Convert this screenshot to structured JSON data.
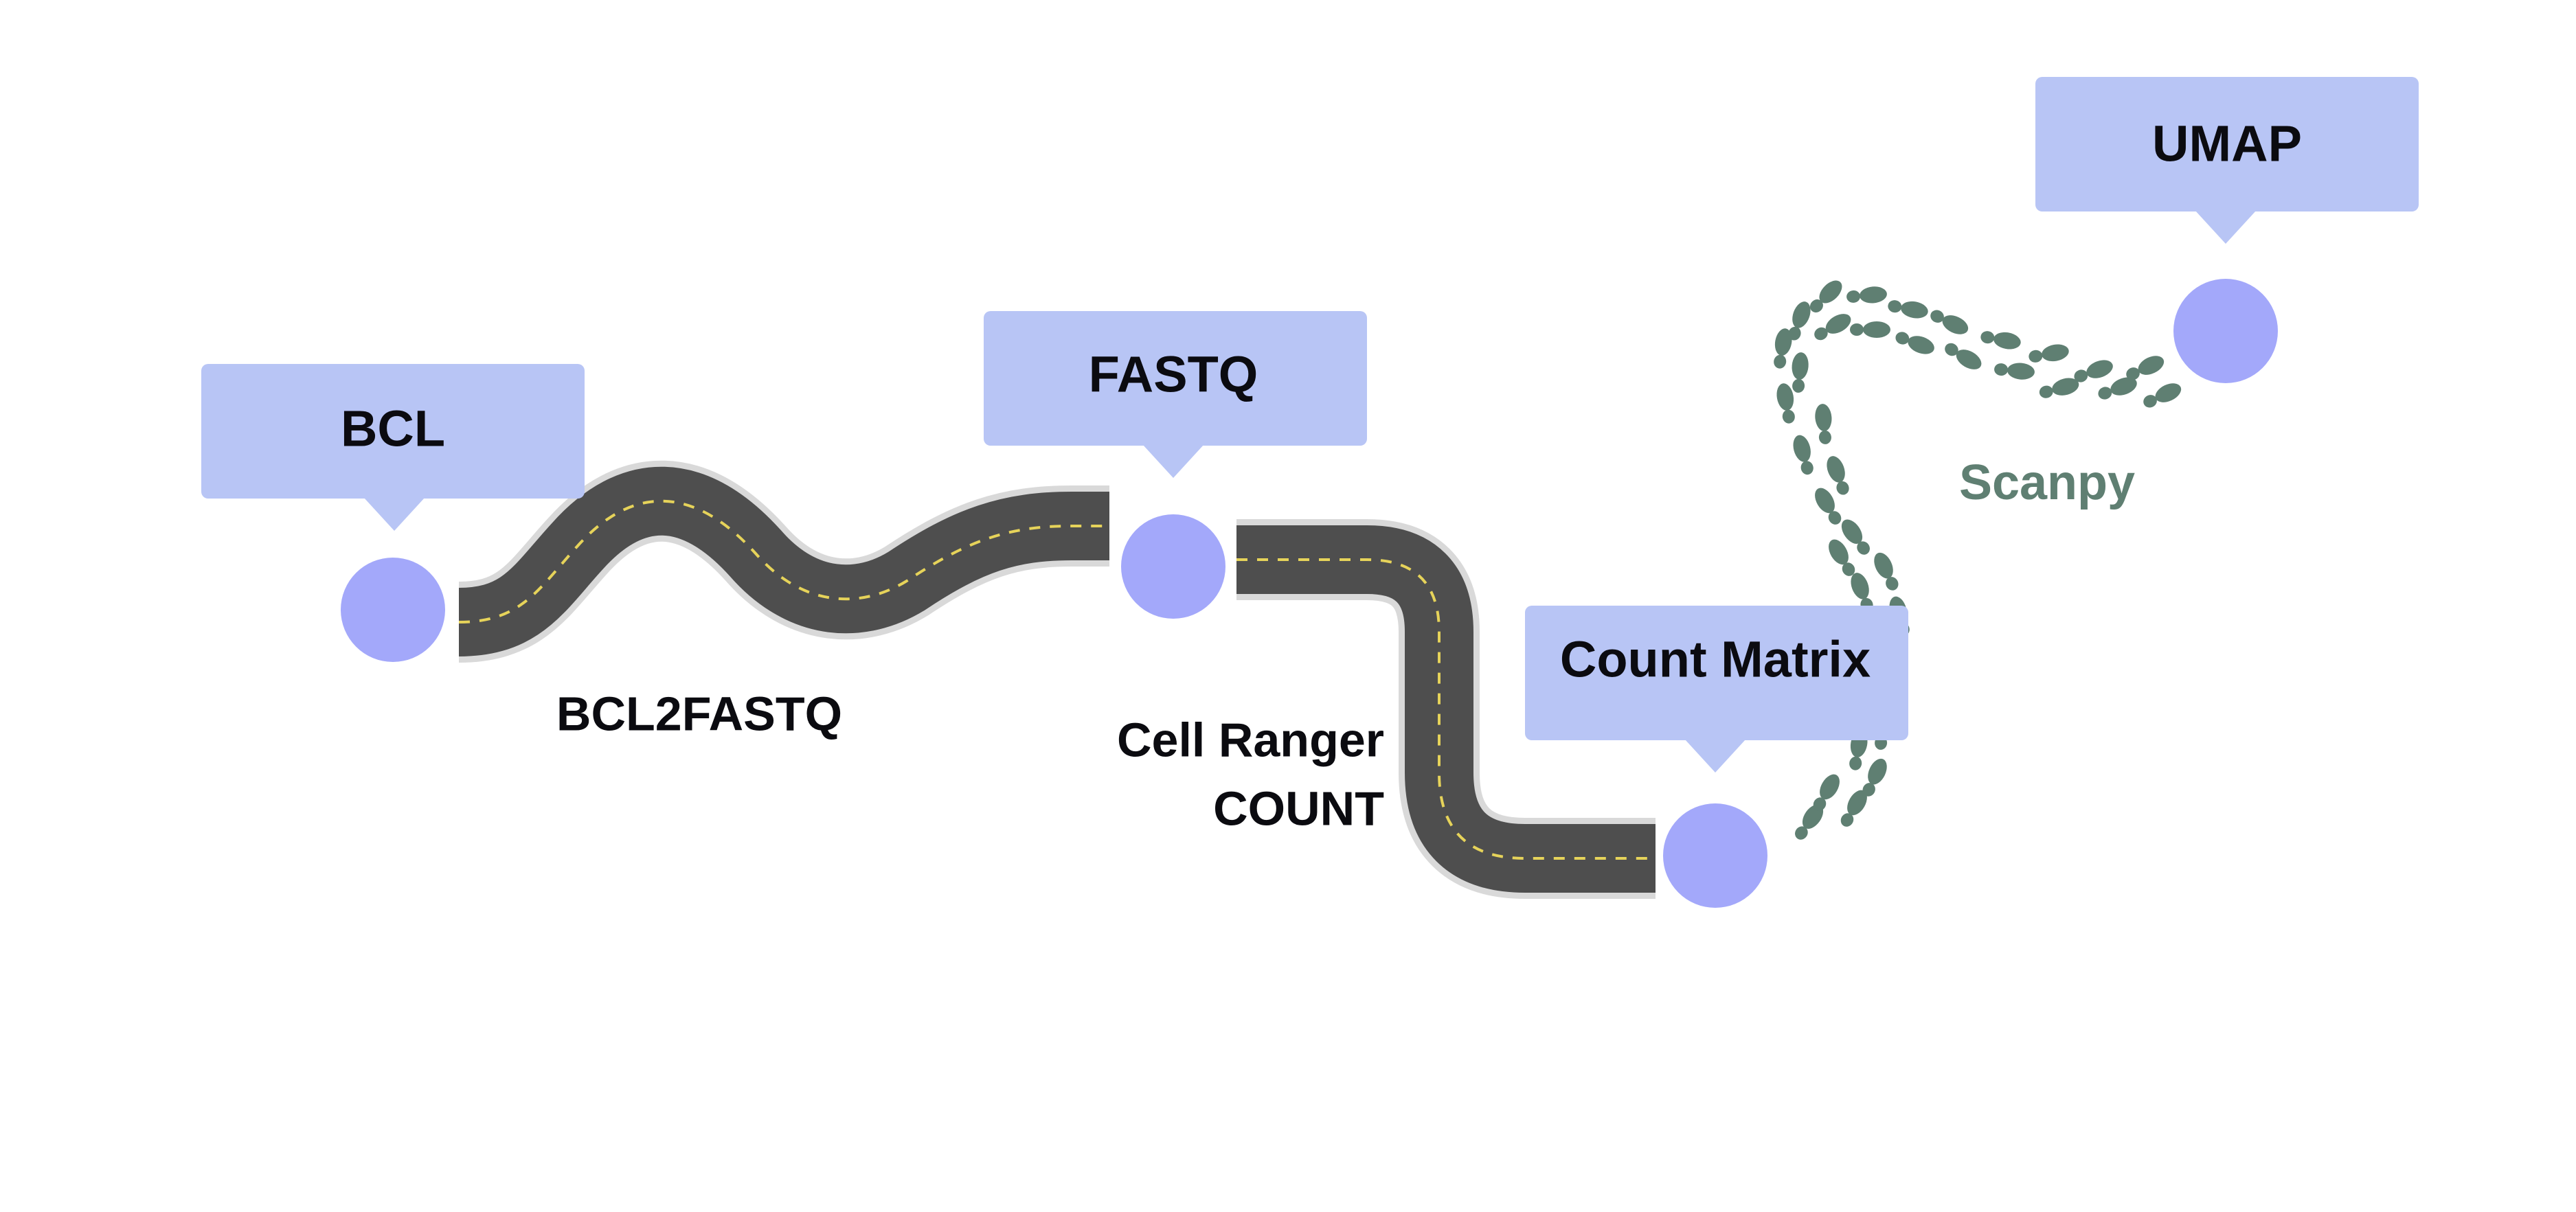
{
  "nodes": {
    "bcl": "BCL",
    "fastq": "FASTQ",
    "count_matrix": "Count Matrix",
    "umap": "UMAP"
  },
  "steps": {
    "bcl2fastq": "BCL2FASTQ",
    "cellranger_line1": "Cell Ranger",
    "cellranger_line2": "COUNT",
    "scanpy": "Scanpy"
  },
  "colors": {
    "callout_fill": "#b8c5f5",
    "node_fill": "#a3a8fa",
    "road_asphalt": "#4e4e4e",
    "road_edge": "#d9d9d9",
    "road_lane": "#e6d35a",
    "footprints": "#5f7f72",
    "scanpy_text": "#5f7f72"
  },
  "icons": {
    "footprint": "footprint-icon"
  }
}
